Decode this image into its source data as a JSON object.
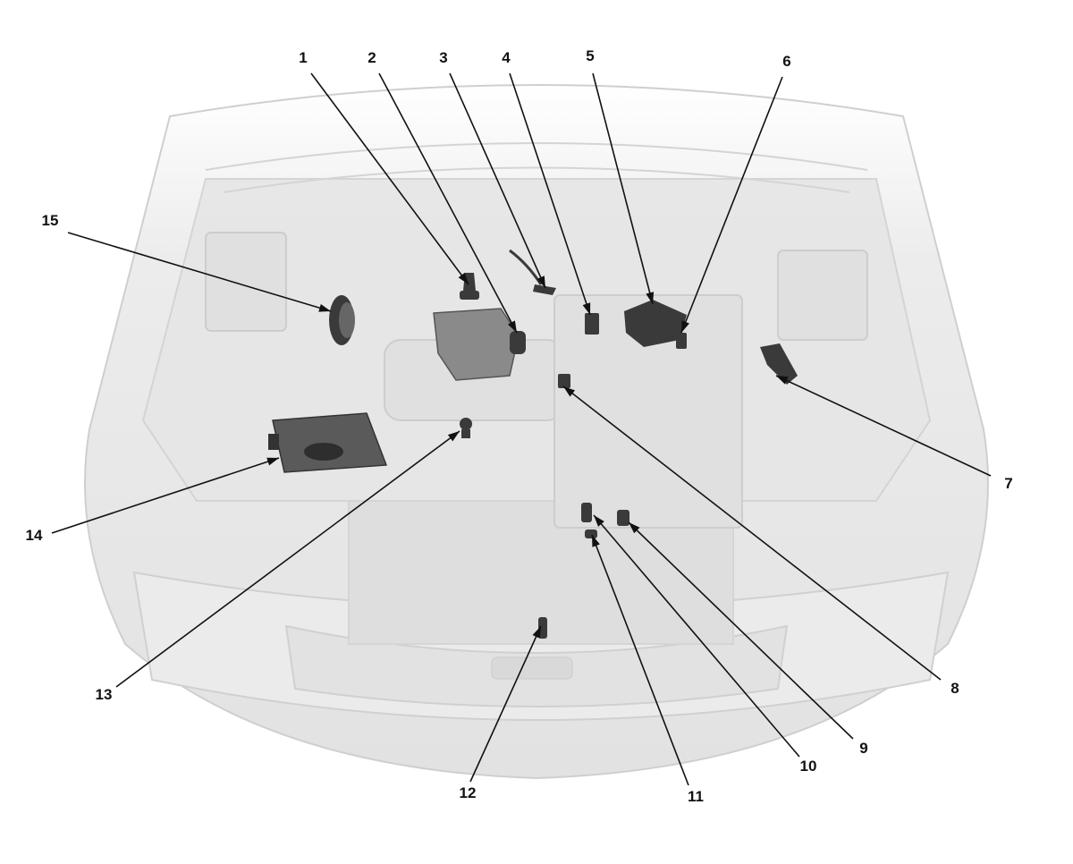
{
  "callouts": [
    {
      "id": "1",
      "label": "1"
    },
    {
      "id": "2",
      "label": "2"
    },
    {
      "id": "3",
      "label": "3"
    },
    {
      "id": "4",
      "label": "4"
    },
    {
      "id": "5",
      "label": "5"
    },
    {
      "id": "6",
      "label": "6"
    },
    {
      "id": "7",
      "label": "7"
    },
    {
      "id": "8",
      "label": "8"
    },
    {
      "id": "9",
      "label": "9"
    },
    {
      "id": "10",
      "label": "10"
    },
    {
      "id": "11",
      "label": "11"
    },
    {
      "id": "12",
      "label": "12"
    },
    {
      "id": "13",
      "label": "13"
    },
    {
      "id": "14",
      "label": "14"
    },
    {
      "id": "15",
      "label": "15"
    }
  ],
  "colors": {
    "ghost_body": "#e9e9e9",
    "ghost_line": "#cfcfcf",
    "component": "#3a3a3a",
    "component_light": "#8a8a8a",
    "ink": "#111111"
  }
}
